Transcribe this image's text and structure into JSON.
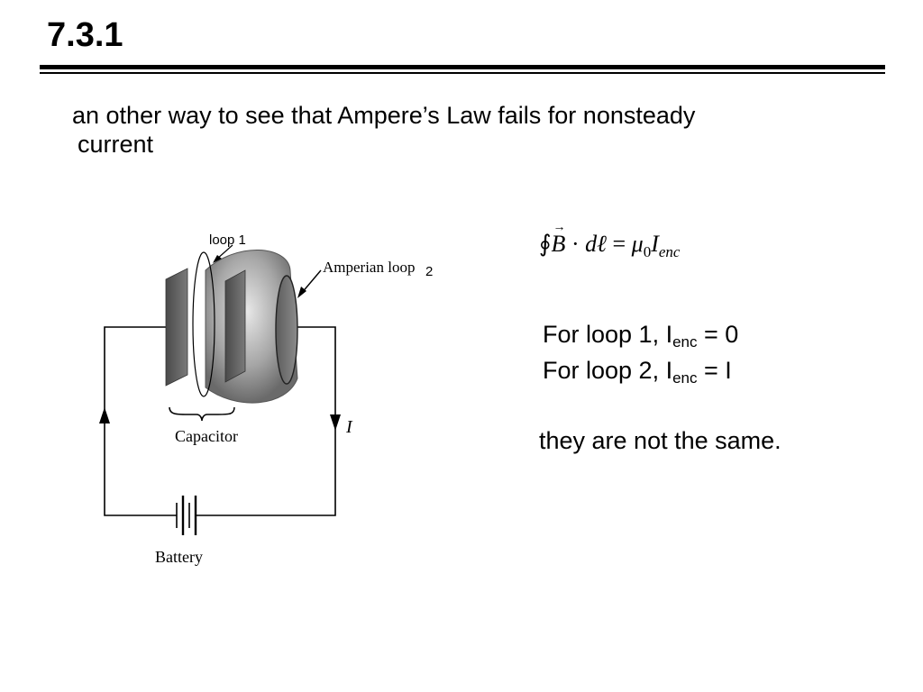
{
  "title": "7.3.1",
  "intro": {
    "line1": "an other way to see that Ampere’s Law fails for nonsteady",
    "line2": "current"
  },
  "figure": {
    "loop1_label": "loop 1",
    "amperian_label": "Amperian loop",
    "loop2_number": "2",
    "current_label": "I",
    "capacitor_label": "Capacitor",
    "battery_label": "Battery"
  },
  "equation": {
    "integral": "∮",
    "field": "B",
    "dot": "·",
    "dl": "dℓ",
    "equals": "=",
    "mu": "μ",
    "mu_sub": "0",
    "current": "I",
    "current_sub": "enc"
  },
  "loops": [
    {
      "prefix": "For loop 1, I",
      "sub": "enc",
      "suffix": " = 0"
    },
    {
      "prefix": "For loop 2, I",
      "sub": "enc",
      "suffix": " = I"
    }
  ],
  "conclusion": "they are not the same."
}
